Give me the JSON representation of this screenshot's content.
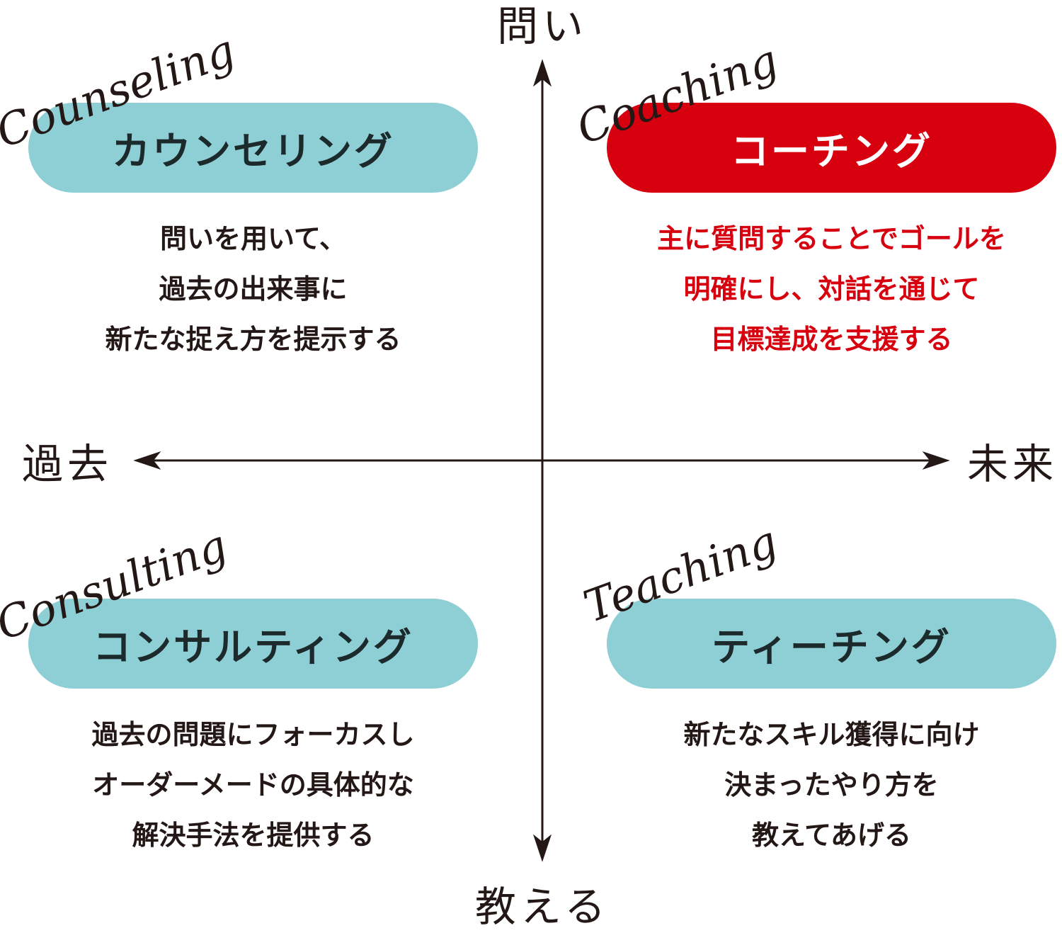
{
  "axes": {
    "top": "問い",
    "bottom": "教える",
    "left": "過去",
    "right": "未来"
  },
  "colors": {
    "teal": "#8ecfd6",
    "red": "#d7000f",
    "ink": "#231815"
  },
  "quadrants": {
    "counseling": {
      "script": "Counseling",
      "title": "カウンセリング",
      "lines": [
        "問いを用いて、",
        "過去の出来事に",
        "新たな捉え方を提示する"
      ]
    },
    "coaching": {
      "script": "Coaching",
      "title": "コーチング",
      "lines": [
        "主に質問することでゴールを",
        "明確にし、対話を通じて",
        "目標達成を支援する"
      ]
    },
    "consulting": {
      "script": "Consulting",
      "title": "コンサルティング",
      "lines": [
        "過去の問題にフォーカスし",
        "オーダーメードの具体的な",
        "解決手法を提供する"
      ]
    },
    "teaching": {
      "script": "Teaching",
      "title": "ティーチング",
      "lines": [
        "新たなスキル獲得に向け",
        "決まったやり方を",
        "教えてあげる"
      ]
    }
  }
}
